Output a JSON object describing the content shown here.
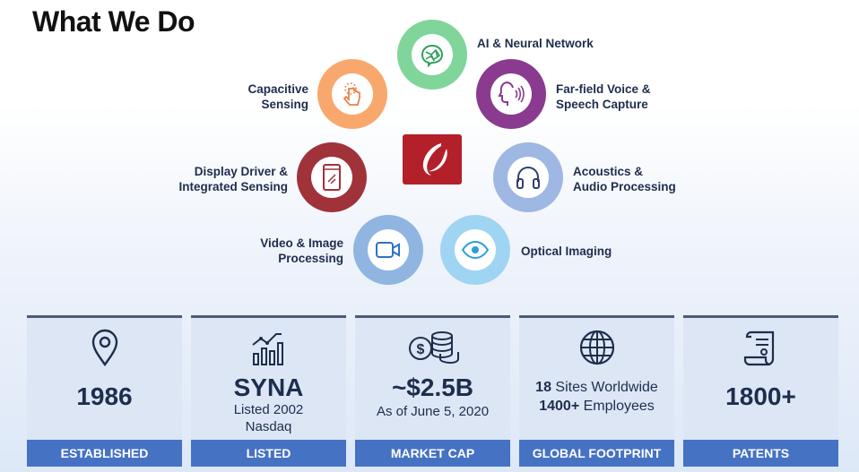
{
  "title": "What We Do",
  "capabilities": {
    "ai": "AI & Neural Network",
    "capacitive_1": "Capacitive",
    "capacitive_2": "Sensing",
    "farfield_1": "Far-field Voice &",
    "farfield_2": "Speech Capture",
    "display_1": "Display Driver &",
    "display_2": "Integrated Sensing",
    "acoustics_1": "Acoustics &",
    "acoustics_2": "Audio Processing",
    "video_1": "Video & Image",
    "video_2": "Processing",
    "optical": "Optical Imaging"
  },
  "colors": {
    "ai": "#7fd59a",
    "capacitive": "#f9a86d",
    "farfield": "#8a3b8f",
    "display": "#a0323a",
    "acoustics": "#9fb7e3",
    "video": "#8fb5e0",
    "optical": "#9fd4f3",
    "logo": "#b3202a",
    "footer": "#4672c4"
  },
  "stats": {
    "established": {
      "value": "1986",
      "footer": "ESTABLISHED",
      "icon": "location-pin-icon"
    },
    "listed": {
      "value": "SYNA",
      "line1": "Listed 2002",
      "line2": "Nasdaq",
      "footer": "LISTED",
      "icon": "growth-chart-icon"
    },
    "market_cap": {
      "value": "~$2.5B",
      "line1": "As of June 5, 2020",
      "footer": "MARKET CAP",
      "icon": "coins-icon"
    },
    "global": {
      "sites_num": "18",
      "sites_text": " Sites Worldwide",
      "emp_num": "1400+",
      "emp_text": " Employees",
      "footer": "GLOBAL FOOTPRINT",
      "icon": "globe-icon"
    },
    "patents": {
      "value": "1800+",
      "footer": "PATENTS",
      "icon": "document-scroll-icon"
    }
  }
}
